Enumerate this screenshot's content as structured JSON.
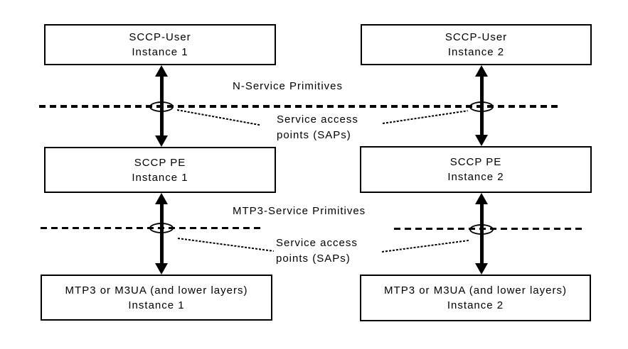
{
  "diagram": {
    "boxes": [
      {
        "line1": "SCCP-User",
        "line2": "Instance 1"
      },
      {
        "line1": "SCCP-User",
        "line2": "Instance 2"
      },
      {
        "line1": "SCCP PE",
        "line2": "Instance 1"
      },
      {
        "line1": "SCCP PE",
        "line2": "Instance 2"
      },
      {
        "line1": "MTP3 or M3UA (and lower layers)",
        "line2": "Instance 1"
      },
      {
        "line1": "MTP3 or M3UA (and lower layers)",
        "line2": "Instance 2"
      }
    ],
    "labels": {
      "n_service_primitives": "N-Service Primitives",
      "sap_upper": "Service access\npoints (SAPs)",
      "mtp3_service_primitives": "MTP3-Service Primitives",
      "sap_lower": "Service access\npoints (SAPs)"
    },
    "colors": {
      "line": "#000000",
      "background": "#ffffff",
      "box_fill": "#ffffff",
      "text": "#000000"
    }
  }
}
